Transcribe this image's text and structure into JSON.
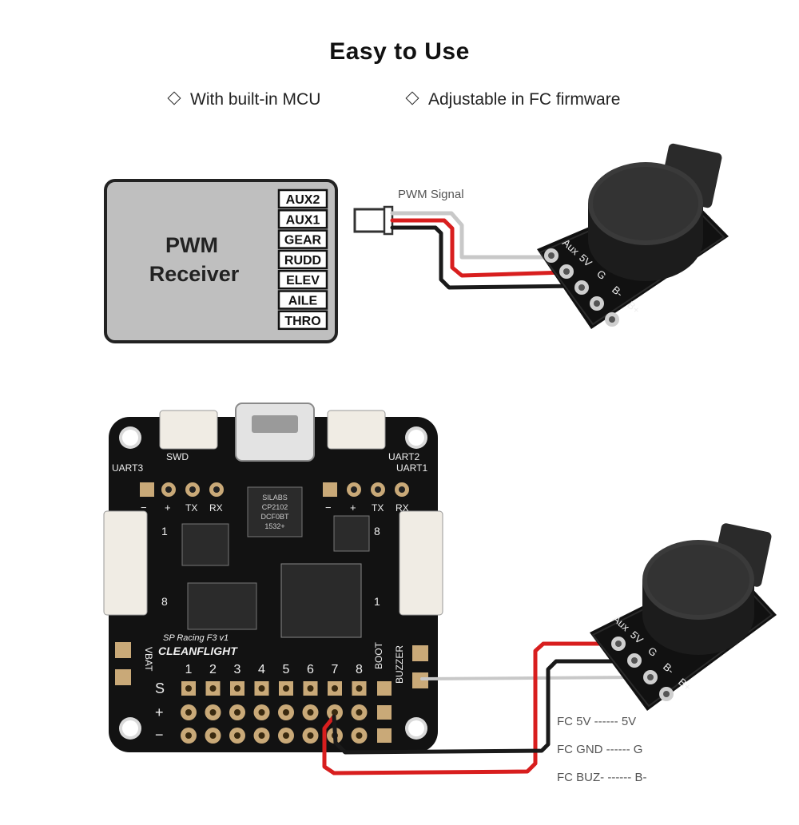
{
  "title": "Easy to Use",
  "features": [
    "With built-in MCU",
    "Adjustable in FC firmware"
  ],
  "receiver": {
    "title_line1": "PWM",
    "title_line2": "Receiver",
    "channels": [
      "AUX2",
      "AUX1",
      "GEAR",
      "RUDD",
      "ELEV",
      "AILE",
      "THRO"
    ]
  },
  "pwm_signal_label": "PWM Signal",
  "buzzer": {
    "pins": [
      "Aux",
      "5V",
      "G",
      "B-",
      "B+"
    ]
  },
  "flight_controller": {
    "labels": {
      "swd": "SWD",
      "uart3": "UART3",
      "uart2": "UART2",
      "uart1": "UART1",
      "minus": "−",
      "plus": "+",
      "tx": "TX",
      "rx": "RX",
      "vbat": "VBAT",
      "boot": "BOOT",
      "buzzer": "BUZZER",
      "board_name": "SP Racing F3 v1",
      "brand": "CLEANFLIGHT",
      "s_row": "S",
      "one": "1",
      "eight": "8",
      "chip1": "SILABS",
      "chip1b": "CP2102",
      "chip1c": "DCF0BT",
      "chip1d": "1532+"
    },
    "channel_numbers": [
      "1",
      "2",
      "3",
      "4",
      "5",
      "6",
      "7",
      "8"
    ]
  },
  "wiring": [
    "FC 5V ------ 5V",
    "FC GND ------  G",
    "FC BUZ- ------ B-"
  ],
  "colors": {
    "red_wire": "#d81e1e",
    "black_wire": "#1a1a1a",
    "grey_wire": "#c8c8c8",
    "receiver_body": "#bfbfbf",
    "pcb": "#121212"
  }
}
